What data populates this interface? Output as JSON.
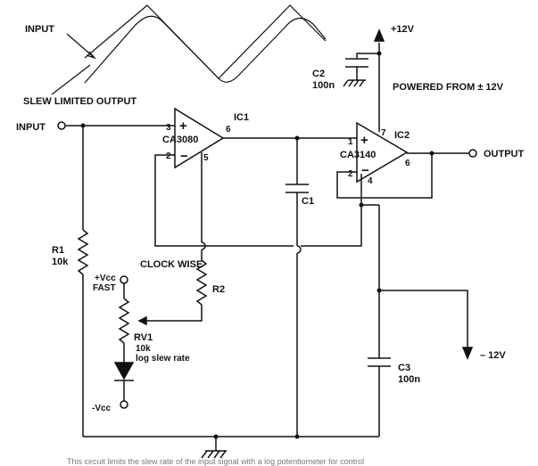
{
  "waveform": {
    "input_label": "INPUT",
    "output_label": "SLEW LIMITED OUTPUT"
  },
  "labels": {
    "input": "INPUT",
    "output": "OUTPUT",
    "vcc_pos": "+12V",
    "vcc_neg": "– 12V",
    "powered": "POWERED FROM ± 12V",
    "clockwise": "CLOCK WISE",
    "rv1_top_a": "+Vcc",
    "rv1_top_b": "FAST",
    "neg_vcc": "-Vcc",
    "caption": "This circuit limits the slew rate of the input signal with a log potentiometer for control"
  },
  "ic1": {
    "name": "IC1",
    "part": "CA3080",
    "pin2": "2",
    "pin3": "3",
    "pin5": "5",
    "pin6": "6",
    "plus": "+",
    "minus": "−"
  },
  "ic2": {
    "name": "IC2",
    "part": "CA3140",
    "pin1": "1",
    "pin2": "2",
    "pin4": "4",
    "pin6": "6",
    "pin7": "7",
    "plus": "+",
    "minus": "−"
  },
  "r1": {
    "name": "R1",
    "value": "10k"
  },
  "r2": {
    "name": "R2"
  },
  "rv1": {
    "name": "RV1",
    "value": "10k",
    "note": "log slew rate"
  },
  "c1": {
    "name": "C1"
  },
  "c2": {
    "name": "C2",
    "value": "100n"
  },
  "c3": {
    "name": "C3",
    "value": "100n"
  }
}
